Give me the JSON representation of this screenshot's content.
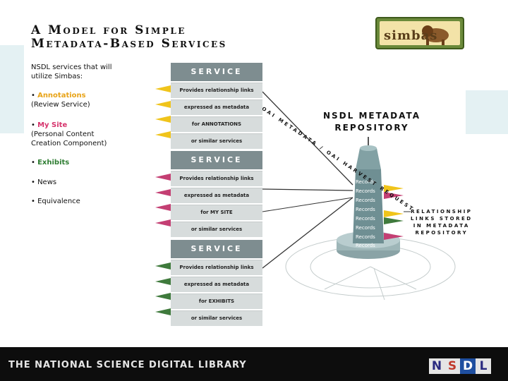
{
  "title": {
    "line1": "A Model for Simple",
    "line2": "Metadata-Based Services"
  },
  "logo": {
    "text": "simbas"
  },
  "intro": {
    "line1": "NSDL services that will",
    "line2": "utilize Simbas:"
  },
  "bullets": [
    {
      "label": "Annotations",
      "sub1": "(Review Service)",
      "sub2": ""
    },
    {
      "label": "My Site",
      "sub1": "(Personal Content",
      "sub2": "Creation Component)"
    },
    {
      "label": "Exhibits",
      "sub1": "",
      "sub2": ""
    },
    {
      "label": "News",
      "sub1": "",
      "sub2": ""
    },
    {
      "label": "Equivalence",
      "sub1": "",
      "sub2": ""
    }
  ],
  "services": [
    {
      "heading": "SERVICE",
      "rows": [
        "Provides relationship links",
        "expressed as metadata",
        "for ANNOTATIONS",
        "or similar services"
      ],
      "flag_color": "#f0c41b"
    },
    {
      "heading": "SERVICE",
      "rows": [
        "Provides relationship links",
        "expressed as metadata",
        "for MY SITE",
        "or similar services"
      ],
      "flag_color": "#c43f73"
    },
    {
      "heading": "SERVICE",
      "rows": [
        "Provides relationship links",
        "expressed as metadata",
        "for EXHIBITS",
        "or similar services"
      ],
      "flag_color": "#3f7a3c"
    }
  ],
  "harvest_label": "OAI METADATA / OAI HARVEST REQUEST",
  "repository": {
    "line1": "NSDL METADATA",
    "line2": "REPOSITORY"
  },
  "records": [
    "Records",
    "Records",
    "Records",
    "Records",
    "Records",
    "Records",
    "Records",
    "Records"
  ],
  "relationship_note": {
    "line1": "RELATIONSHIP",
    "line2": "LINKS STORED",
    "line3": "IN METADATA",
    "line4": "REPOSITORY"
  },
  "footer": {
    "text": "THE NATIONAL SCIENCE DIGITAL LIBRARY",
    "logo_letters": [
      "N",
      "S",
      "D",
      "L"
    ]
  },
  "colors": {
    "yellow": "#f0c41b",
    "pink": "#c43f73",
    "green": "#3f7a3c",
    "service_header": "#7e8d90",
    "service_row": "#d7dcdc"
  }
}
